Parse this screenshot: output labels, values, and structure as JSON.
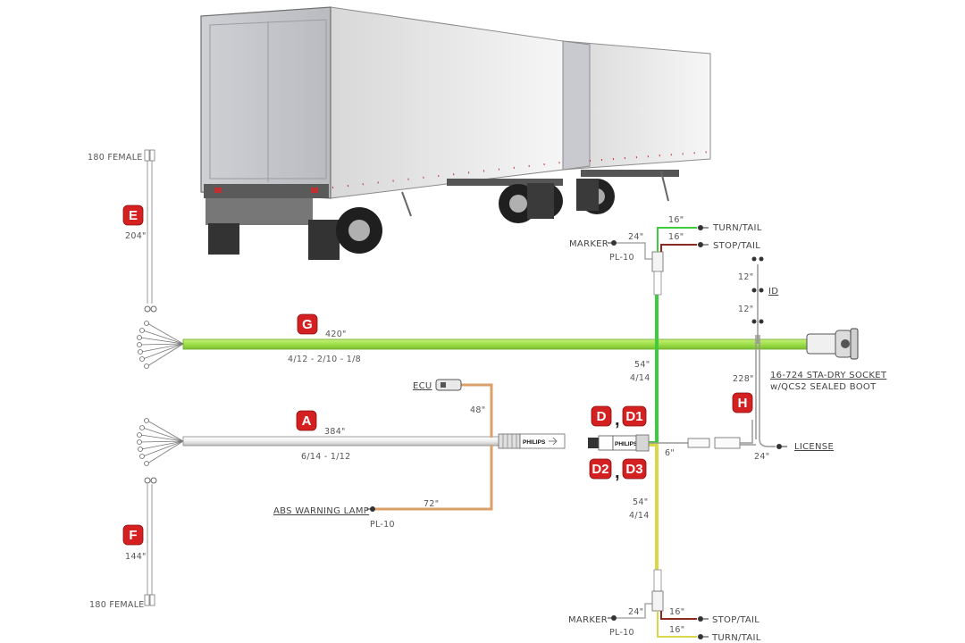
{
  "labels": {
    "e_top": "180 FEMALE",
    "e_len": "204\"",
    "f_len": "144\"",
    "f_bottom": "180 FEMALE",
    "g_len": "420\"",
    "g_gauge": "4/12 - 2/10 - 1/8",
    "a_len": "384\"",
    "a_gauge": "6/14 - 1/12",
    "ecu": "ECU",
    "ecu_len": "48\"",
    "abs_lamp": "ABS WARNING LAMP",
    "abs_len": "72\"",
    "abs_plug": "PL-10",
    "brand": "PHILIPS",
    "top_turn_len": "16\"",
    "top_turn": "TURN/TAIL",
    "top_stop_len": "16\"",
    "top_stop": "STOP/TAIL",
    "top_marker": "MARKER",
    "top_marker_len": "24\"",
    "top_plug": "PL-10",
    "d_up_len": "54\"",
    "d_up_gauge": "4/14",
    "d_down_len": "54\"",
    "d_down_gauge": "4/14",
    "id_top_len": "12\"",
    "id_label": "ID",
    "id_bottom_len": "12\"",
    "h_len": "228\"",
    "socket_line1": "16-724 STA-DRY SOCKET",
    "socket_line2": "w/QCS2 SEALED BOOT",
    "six_len": "6\"",
    "license_len": "24\"",
    "license": "LICENSE",
    "bot_marker": "MARKER",
    "bot_marker_len": "24\"",
    "bot_plug": "PL-10",
    "bot_stop_len": "16\"",
    "bot_stop": "STOP/TAIL",
    "bot_turn_len": "16\"",
    "bot_turn": "TURN/TAIL"
  },
  "badges": {
    "e": "E",
    "f": "F",
    "g": "G",
    "a": "A",
    "h": "H",
    "d": "D",
    "d1": "D1",
    "d2": "D2",
    "d3": "D3",
    "comma": ","
  },
  "colors": {
    "harness_g": "#9ee04a",
    "harness_d_up": "#3ecb3e",
    "harness_d_down": "#d8d84a",
    "ecu_cable": "#d9a06a",
    "stop_wire": "#8a2a20",
    "badge_red": "#d42020",
    "trailer_body": "#f4f4f4"
  }
}
